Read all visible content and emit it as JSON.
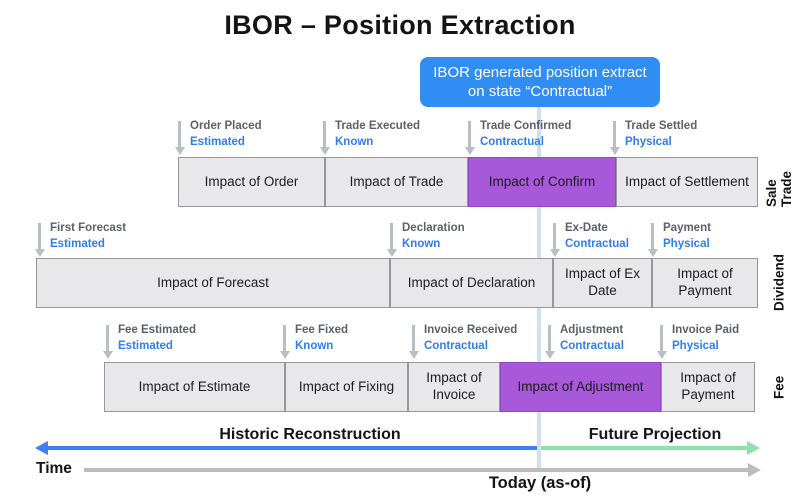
{
  "title": "IBOR – Position Extraction",
  "callout": {
    "line1": "IBOR generated position extract",
    "line2": "on state “Contractual”"
  },
  "rows": [
    {
      "label": "Sale Trade",
      "markers": [
        {
          "event": "Order Placed",
          "state": "Estimated"
        },
        {
          "event": "Trade Executed",
          "state": "Known"
        },
        {
          "event": "Trade Confirmed",
          "state": "Contractual"
        },
        {
          "event": "Trade Settled",
          "state": "Physical"
        }
      ],
      "boxes": [
        {
          "label": "Impact of Order",
          "highlight": false
        },
        {
          "label": "Impact of Trade",
          "highlight": false
        },
        {
          "label": "Impact of Confirm",
          "highlight": true
        },
        {
          "label": "Impact of Settlement",
          "highlight": false
        }
      ]
    },
    {
      "label": "Dividend",
      "markers": [
        {
          "event": "First Forecast",
          "state": "Estimated"
        },
        {
          "event": "Declaration",
          "state": "Known"
        },
        {
          "event": "Ex-Date",
          "state": "Contractual"
        },
        {
          "event": "Payment",
          "state": "Physical"
        }
      ],
      "boxes": [
        {
          "label": "Impact of Forecast",
          "highlight": false
        },
        {
          "label": "Impact of Declaration",
          "highlight": false
        },
        {
          "label": "Impact of Ex Date",
          "highlight": false
        },
        {
          "label": "Impact of Payment",
          "highlight": false
        }
      ]
    },
    {
      "label": "Fee",
      "markers": [
        {
          "event": "Fee Estimated",
          "state": "Estimated"
        },
        {
          "event": "Fee Fixed",
          "state": "Known"
        },
        {
          "event": "Invoice Received",
          "state": "Contractual"
        },
        {
          "event": "Adjustment",
          "state": "Contractual"
        },
        {
          "event": "Invoice Paid",
          "state": "Physical"
        }
      ],
      "boxes": [
        {
          "label": "Impact of Estimate",
          "highlight": false
        },
        {
          "label": "Impact of Fixing",
          "highlight": false
        },
        {
          "label": "Impact of Invoice",
          "highlight": false
        },
        {
          "label": "Impact of Adjustment",
          "highlight": true
        },
        {
          "label": "Impact of Payment",
          "highlight": false
        }
      ]
    }
  ],
  "timeline": {
    "historic_label": "Historic Reconstruction",
    "future_label": "Future Projection",
    "time_label": "Time",
    "today_label": "Today (as-of)"
  },
  "colors": {
    "callout_blue": "#2f8df3",
    "state_blue": "#2c7ef1",
    "highlight_purple": "#a759da",
    "box_gray": "#e8e7ea",
    "historic_blue": "#3e80f2",
    "future_green": "#8de2a8",
    "time_gray": "#bcbcbe",
    "today_line": "#cfe0ee"
  }
}
